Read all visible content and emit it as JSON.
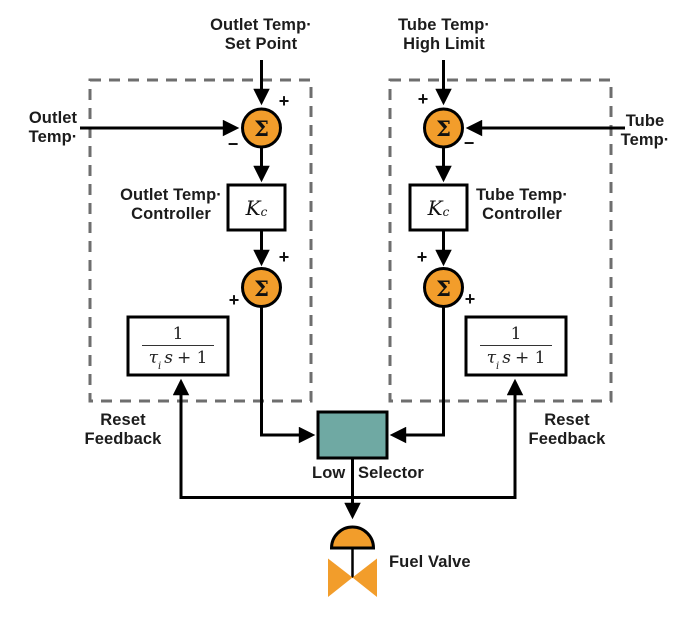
{
  "figure": {
    "setpoint_label": {
      "line1": "Outlet Temp·",
      "line2": "Set Point"
    },
    "high_limit_label": {
      "line1": "Tube Temp·",
      "line2": "High Limit"
    },
    "outlet_input_label": {
      "line1": "Outlet",
      "line2": "Temp·"
    },
    "tube_input_label": {
      "line1": "Tube",
      "line2": "Temp·"
    },
    "outlet_controller_label": {
      "line1": "Outlet Temp·",
      "line2": "Controller"
    },
    "tube_controller_label": {
      "line1": "Tube Temp·",
      "line2": "Controller"
    },
    "reset_feedback_left_label": {
      "line1": "Reset",
      "line2": "Feedback"
    },
    "reset_feedback_right_label": {
      "line1": "Reset",
      "line2": "Feedback"
    },
    "low_selector_label": "Low Selector",
    "fuel_valve_label": "Fuel Valve",
    "sum_symbol": "Σ",
    "gain_block": {
      "symbol": "K",
      "subscript": "c"
    },
    "reset_block": {
      "numerator": "1",
      "tau": "τ",
      "tau_subscript": "i",
      "s": "s",
      "tail": "+ 1"
    },
    "signs": {
      "plus": "+",
      "minus": "−"
    },
    "colors": {
      "junction_orange": "#F29D2B",
      "selector_teal": "#6FA9A3",
      "line_black": "#000000",
      "dash_gray": "#6E6E6E"
    }
  }
}
